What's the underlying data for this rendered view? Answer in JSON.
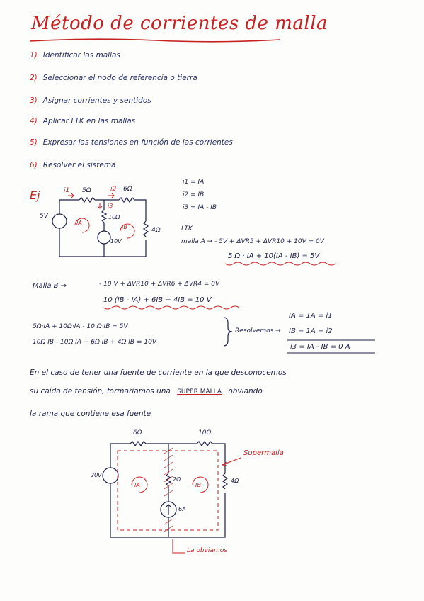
{
  "title": "Método de corrientes de malla",
  "steps": [
    {
      "num": "1)",
      "text": "Identificar las mallas"
    },
    {
      "num": "2)",
      "text": "Seleccionar el nodo de referencia o tierra"
    },
    {
      "num": "3)",
      "text": "Asignar corrientes y sentidos"
    },
    {
      "num": "4)",
      "text": "Aplicar LTK en las mallas"
    },
    {
      "num": "5)",
      "text": "Expresar las tensiones en función de las corrientes"
    },
    {
      "num": "6)",
      "text": "Resolver el sistema"
    }
  ],
  "example": {
    "label": "Ej",
    "circuit_labels": {
      "i1": "i1",
      "r5": "5Ω",
      "i2": "i2",
      "r6": "6Ω",
      "v5": "5V",
      "i3": "i3",
      "r10": "10Ω",
      "r4": "4Ω",
      "v10": "10V",
      "IA": "IA",
      "IB": "IB"
    },
    "currents": [
      "i1 = IA",
      "i2 = IB",
      "i3 = IA - IB"
    ],
    "ltk": "LTK",
    "malla_a_1": "malla A →  - 5V + ΔVR5 + ΔVR10 + 10V = 0V",
    "malla_a_2": "5 Ω · IA + 10(IA - IB) = 5V",
    "malla_b_label": "Malla B →",
    "malla_b_1": "- 10 V + ΔVR10 + ΔVR6 + ΔVR4 = 0V",
    "malla_b_2": "10 (IB - IA) + 6IB + 4IB = 10 V",
    "eq1": "5Ω·IA + 10Ω·IA - 10 Ω·IB = 5V",
    "eq2": "10Ω IB - 10Ω IA + 6Ω·IB + 4Ω IB = 10V",
    "resolvemos": "Resolvemos →",
    "res1": "IA = 1A = i1",
    "res2": "IB = 1A = i2",
    "res3": "i3 = IA - IB = 0 A"
  },
  "paragraph": {
    "line1": "En el caso de tener una fuente de corriente en la que desconocemos",
    "line2a": "su caída de tensión, formaríamos una",
    "line2b": "SUPER MALLA",
    "line2c": "obviando",
    "line3": "la rama que contiene esa fuente"
  },
  "supermesh": {
    "r6": "6Ω",
    "r10": "10Ω",
    "v20": "20V",
    "r2": "2Ω",
    "r4": "4Ω",
    "i6": "6A",
    "IA": "IA",
    "IB": "IB",
    "label": "Supermalla",
    "note": "La obviamos"
  },
  "colors": {
    "ink": "#1c1f4a",
    "red": "#c62222",
    "paper": "#fdfdfb"
  }
}
